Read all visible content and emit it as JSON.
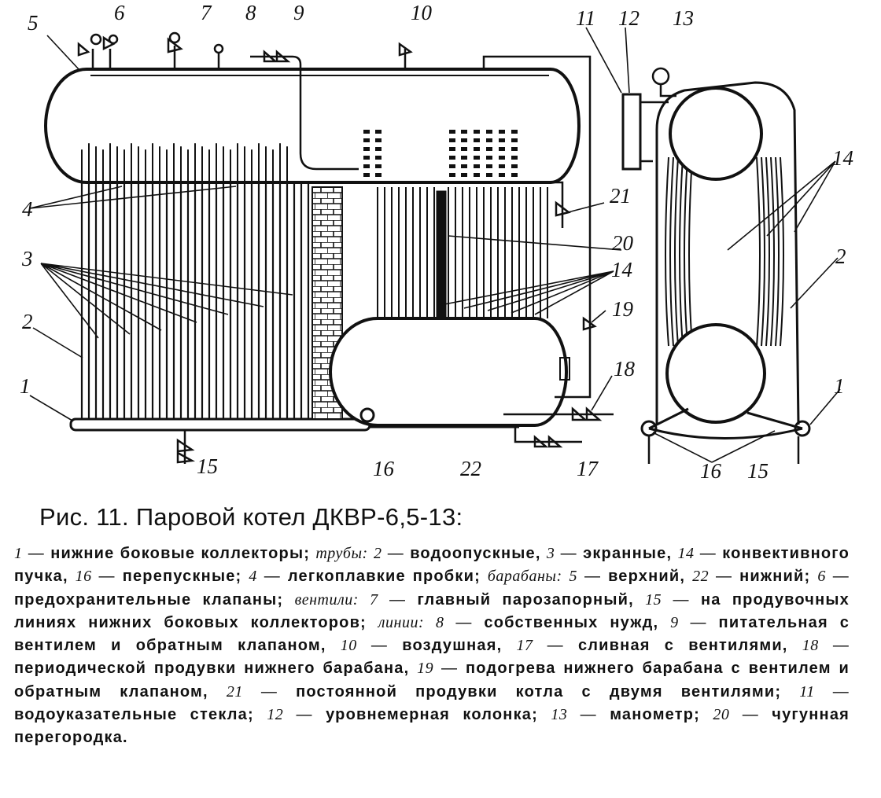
{
  "figure": {
    "callouts": [
      "1",
      "2",
      "3",
      "4",
      "5",
      "6",
      "7",
      "8",
      "9",
      "10",
      "11",
      "12",
      "13",
      "14",
      "15",
      "16",
      "17",
      "18",
      "19",
      "20",
      "21",
      "22"
    ]
  },
  "caption": {
    "title": "Рис. 11. Паровой котел ДКВР-6,5-13:",
    "legend": [
      {
        "num": "1",
        "text": "нижние боковые коллекторы;"
      },
      {
        "group": "трубы:"
      },
      {
        "num": "2",
        "text": "водоопускные,"
      },
      {
        "num": "3",
        "text": "экранные,"
      },
      {
        "num": "14",
        "text": "конвективного пучка,"
      },
      {
        "num": "16",
        "text": "перепускные;"
      },
      {
        "num": "4",
        "text": "легкоплавкие пробки;"
      },
      {
        "group": "барабаны:"
      },
      {
        "num": "5",
        "text": "верхний,"
      },
      {
        "num": "22",
        "text": "нижний;"
      },
      {
        "num": "6",
        "text": "предохранительные клапаны;"
      },
      {
        "group": "вентили:"
      },
      {
        "num": "7",
        "text": "главный парозапорный,"
      },
      {
        "num": "15",
        "text": "на продувочных линиях нижних боковых коллекторов;"
      },
      {
        "group": "линии:"
      },
      {
        "num": "8",
        "text": "собственных нужд,"
      },
      {
        "num": "9",
        "text": "питательная с вентилем и обратным клапаном,"
      },
      {
        "num": "10",
        "text": "воздушная,"
      },
      {
        "num": "17",
        "text": "сливная с вентилями,"
      },
      {
        "num": "18",
        "text": "периодической продувки нижнего барабана,"
      },
      {
        "num": "19",
        "text": "подогрева нижнего барабана с вентилем и обратным клапаном,"
      },
      {
        "num": "21",
        "text": "постоянной продувки котла с двумя вентилями;"
      },
      {
        "num": "11",
        "text": "водоуказательные стекла;"
      },
      {
        "num": "12",
        "text": "уровнемерная колонка;"
      },
      {
        "num": "13",
        "text": "манометр;"
      },
      {
        "num": "20",
        "text": "чугунная перегородка."
      }
    ]
  }
}
